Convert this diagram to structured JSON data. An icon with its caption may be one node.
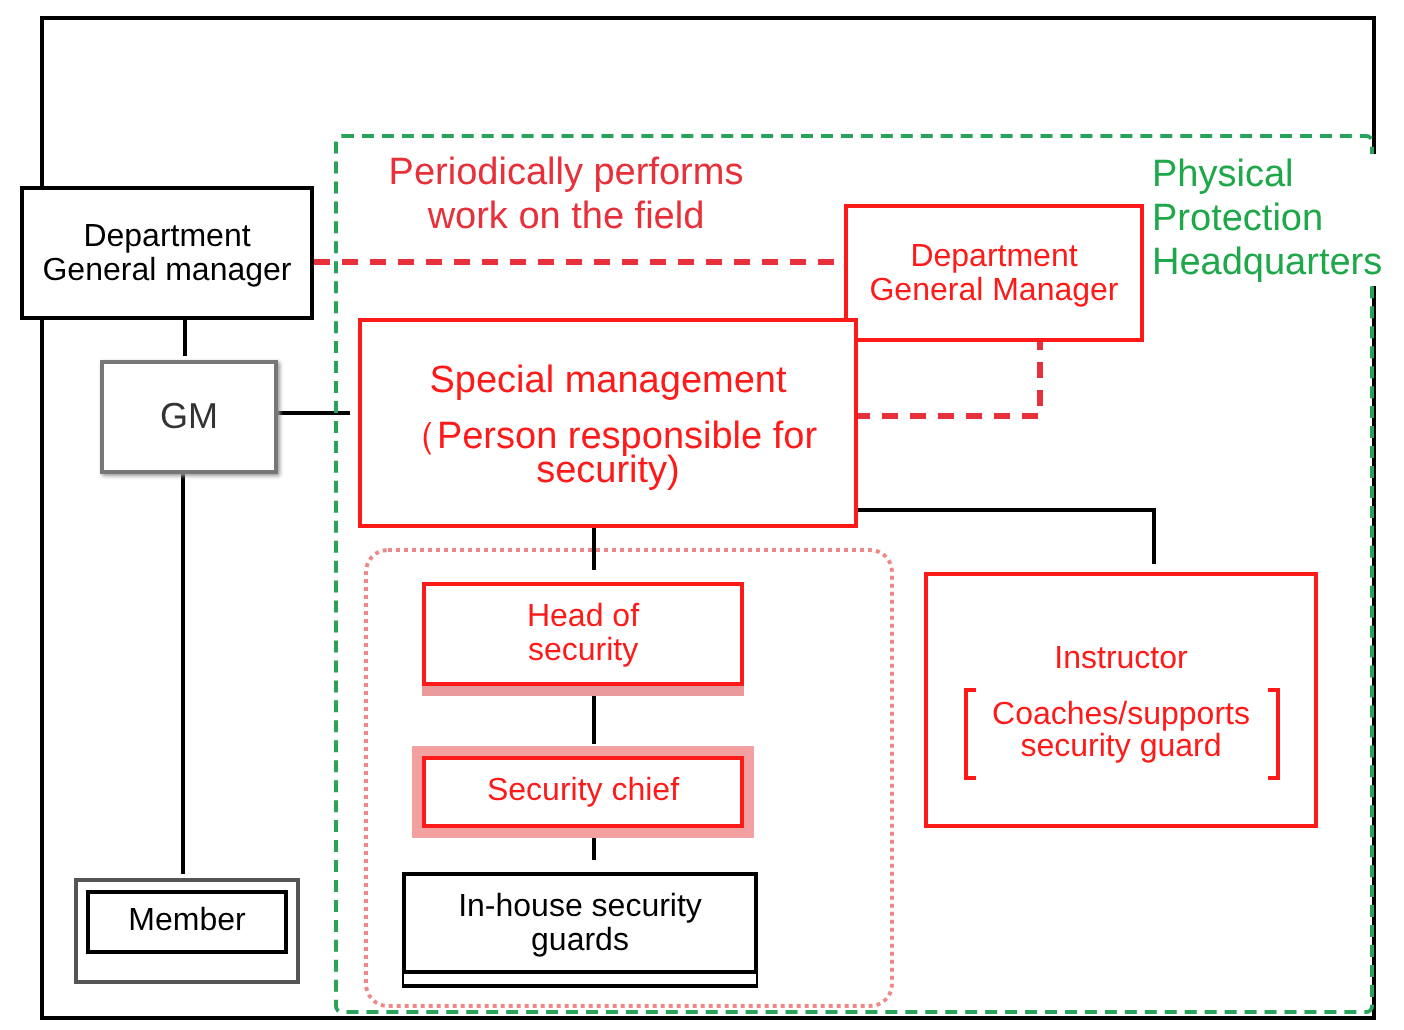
{
  "diagram": {
    "nodes": [
      {
        "text": [],
        "shape": "box"
      },
      {
        "text": [
          "Physical Protection Headquarters"
        ],
        "in": 0
      },
      {
        "text": [
          "Department General manager"
        ]
      },
      {
        "text": [
          "GM"
        ],
        "in": 0
      },
      {
        "text": [
          "Department General Manager"
        ],
        "in": 1
      },
      {
        "text": [
          "Special management",
          "（Person responsible for security)"
        ],
        "in": 1
      },
      {
        "text": [],
        "shape": "box",
        "in": 1
      },
      {
        "text": [
          "Head of security"
        ],
        "in": 6
      },
      {
        "text": [
          "Security chief"
        ],
        "in": 6
      },
      {
        "text": [
          "In-house security guards"
        ],
        "in": 6
      },
      {
        "text": [
          "Instructor",
          "Coaches/supports security guard"
        ],
        "in": 1
      },
      {
        "text": [
          "Member"
        ],
        "in": 0
      }
    ],
    "edges": [
      {
        "from": 2,
        "to": 3,
        "arrow": "none"
      },
      {
        "from": 3,
        "to": 11,
        "arrow": "none"
      },
      {
        "from": 3,
        "to": 5,
        "arrow": "none"
      },
      {
        "from": 2,
        "to": 4,
        "arrow": "none",
        "label": "Periodically performs work on the field",
        "style": "dashed",
        "color": "#e8303a"
      },
      {
        "from": 4,
        "to": 5,
        "arrow": "none",
        "style": "dashed",
        "color": "#e8303a"
      },
      {
        "from": 5,
        "to": 7,
        "arrow": "none"
      },
      {
        "from": 7,
        "to": 8,
        "arrow": "none"
      },
      {
        "from": 8,
        "to": 9,
        "arrow": "none"
      },
      {
        "from": 5,
        "to": 10,
        "arrow": "none"
      }
    ]
  }
}
